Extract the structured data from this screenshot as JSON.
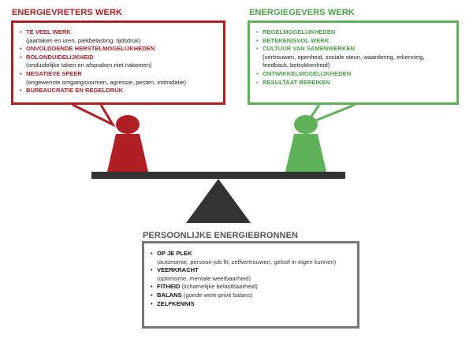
{
  "colors": {
    "red": "#b01f24",
    "green": "#5fb25a",
    "gray": "#777777",
    "dark": "#333333"
  },
  "left": {
    "title": "ENERGIEVRETERS WERK",
    "items": [
      {
        "head": "TE VEEL WERK",
        "desc": "(jaartaken en uren, piekbelasting, tijdsdruk)"
      },
      {
        "head": "ONVOLDOENDE HERSTELMOGELIJKHEDEN",
        "desc": ""
      },
      {
        "head": "ROLONDUIDELIJKHEID",
        "desc": "(onduidelijke taken en afspraken niet nakomen)"
      },
      {
        "head": "NEGATIEVE SFEER",
        "desc": "(ongewenste omgangsvormen, agressie, pesten, intimidatie)"
      },
      {
        "head": "BUREAUCRATIE EN REGELDRUK",
        "desc": ""
      }
    ]
  },
  "right": {
    "title": "ENERGIEGEVERS WERK",
    "items": [
      {
        "head": "REGELMOGELIJKHEDEN",
        "desc": ""
      },
      {
        "head": "BETEKENISVOL WERK",
        "desc": ""
      },
      {
        "head": "CULTUUR VAN SAMENWERKEN",
        "desc": "(vertrouwen, openheid, sociale steun, waardering, erkenning, feedback, betrokkenheid)"
      },
      {
        "head": "ONTWIKKELMOGELIJKHEDEN",
        "desc": ""
      },
      {
        "head": "RESULTAAT BEREIKEN",
        "desc": ""
      }
    ]
  },
  "bottom": {
    "title": "PERSOONLIJKE ENERGIEBRONNEN",
    "items": [
      {
        "head": "OP JE PLEK",
        "desc": "(autonomie, persoon-job fit, zelfvertrouwen, geloof in eigen kunnen)",
        "inline": false
      },
      {
        "head": "VEERKRACHT",
        "desc": "(optimisme, mentale weerbaarheid)",
        "inline": false
      },
      {
        "head": "FITHEID",
        "desc": "(lichamelijke belastbaarheid)",
        "inline": true
      },
      {
        "head": "BALANS",
        "desc": "(goede werk-privé balans)",
        "inline": true
      },
      {
        "head": "ZELFKENNIS",
        "desc": "",
        "inline": true
      }
    ]
  }
}
